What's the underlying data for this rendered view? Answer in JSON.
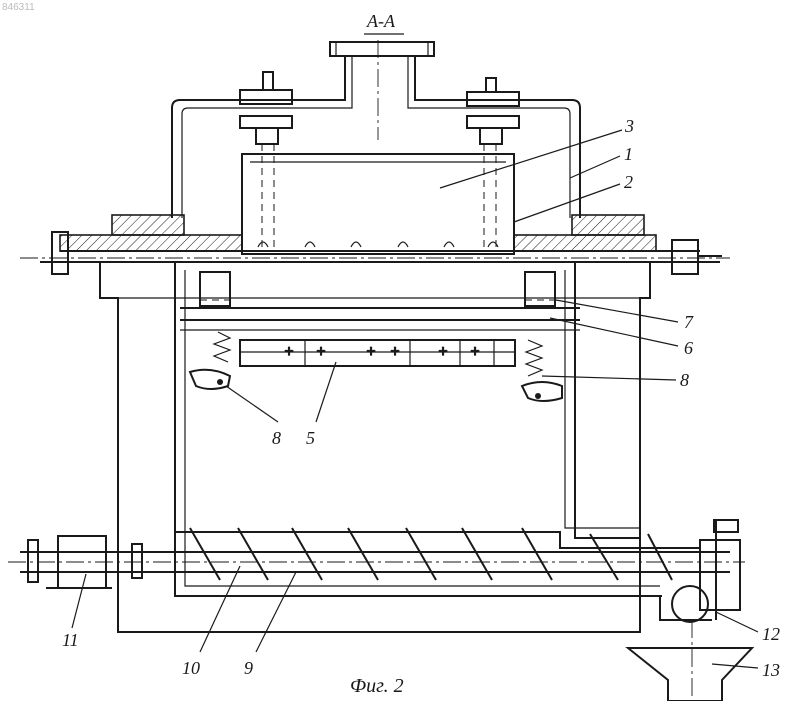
{
  "watermark": "846311",
  "section_title": "A-A",
  "caption": "Фиг. 2",
  "labels": {
    "l1": "1",
    "l2": "2",
    "l3": "3",
    "l5": "5",
    "l6": "6",
    "l7": "7",
    "l8a": "8",
    "l8b": "8",
    "l9": "9",
    "l10": "10",
    "l11": "11",
    "l12": "12",
    "l13": "13"
  }
}
